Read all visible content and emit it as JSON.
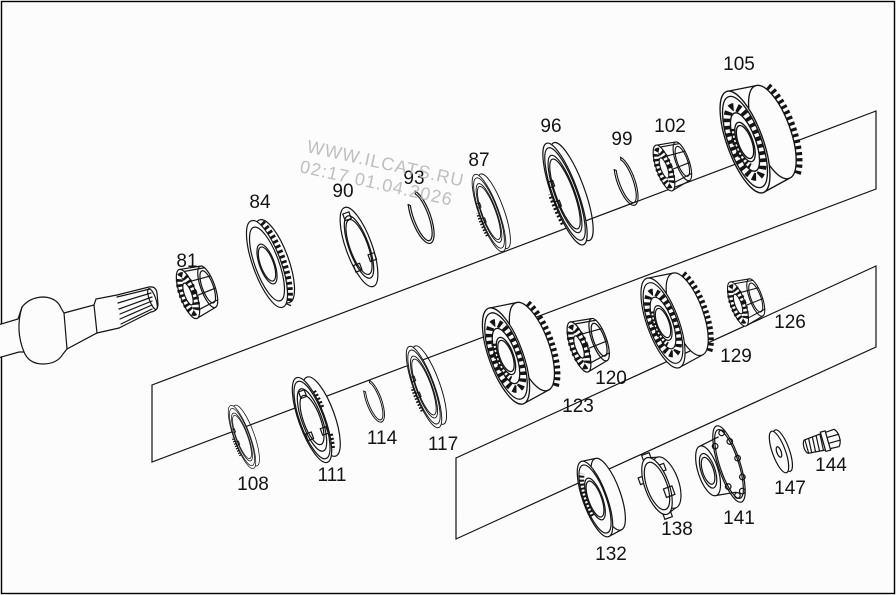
{
  "figure": {
    "type": "exploded-parts-diagram",
    "parts": [
      "81",
      "84",
      "90",
      "93",
      "87",
      "96",
      "99",
      "102",
      "105",
      "108",
      "111",
      "114",
      "117",
      "120",
      "123",
      "126",
      "129",
      "132",
      "138",
      "141",
      "144",
      "147"
    ]
  },
  "watermark": {
    "line1": "WWW.ILCATS.RU",
    "line2": "02:17 01.04.2026"
  },
  "colors": {
    "background": "#fcfcfc",
    "line": "#141414",
    "watermark": "#b5b5b5",
    "border": "#000000"
  }
}
